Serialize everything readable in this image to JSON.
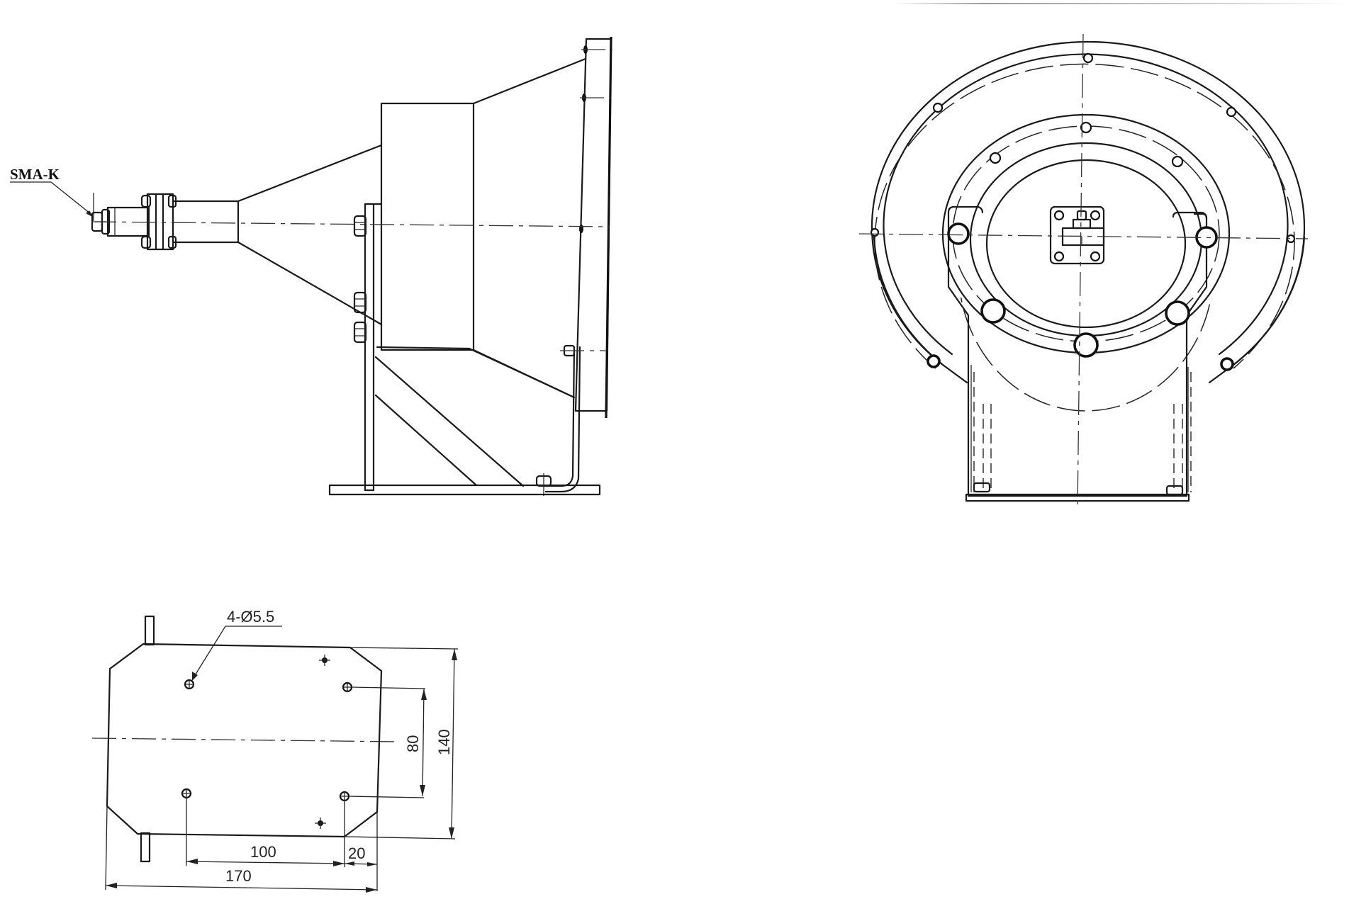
{
  "drawing": {
    "type": "mechanical engineering drawing",
    "subject": "horn antenna with mounting bracket",
    "views": [
      "side-view",
      "front-view",
      "base-plate-view"
    ]
  },
  "side_view": {
    "connector_label": "SMA-K"
  },
  "base_plate": {
    "hole_callout": "4-Ø5.5",
    "dimensions": {
      "hole_spacing_x": "100",
      "edge_offset_x": "20",
      "overall_width": "170",
      "hole_spacing_y": "80",
      "overall_height": "140"
    }
  },
  "colors": {
    "line": "#1a1a1a",
    "background": "#ffffff"
  }
}
